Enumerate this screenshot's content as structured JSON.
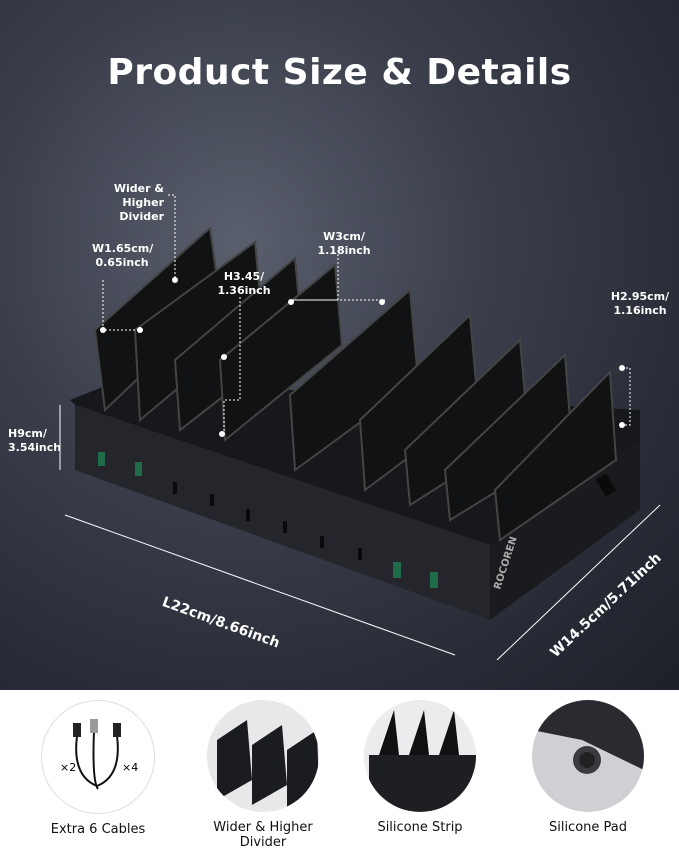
{
  "title": "Product Size & Details",
  "labels": {
    "divider": "Wider & Higher Divider",
    "divider_w": "W1.65cm/ 0.65inch",
    "slot_h": "H3.45/ 1.36inch",
    "slot_w": "W3cm/ 1.18inch",
    "right_h": "H2.95cm/ 1.16inch",
    "height": "H9cm/ 3.54inch",
    "length": "L22cm/8.66inch",
    "width": "W14.5cm/5.71inch"
  },
  "brand": "ROCOREN",
  "features": [
    {
      "label": "Extra 6 Cables",
      "count_a": "×2",
      "count_c": "×4"
    },
    {
      "label": "Wider & Higher Divider"
    },
    {
      "label": "Silicone Strip"
    },
    {
      "label": "Silicone Pad"
    }
  ],
  "colors": {
    "background": "#2e313c",
    "port_green": "#1f6b4a",
    "text": "#ffffff"
  }
}
